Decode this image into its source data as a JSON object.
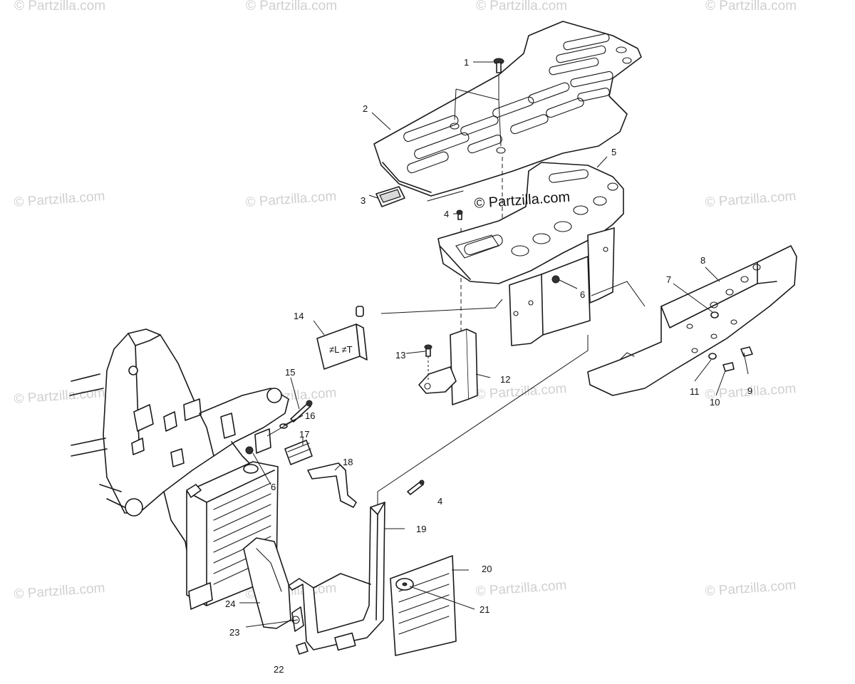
{
  "watermark_text": "© Partzilla.com",
  "brand_text": "© Partzilla.com",
  "callouts": [
    "1",
    "2",
    "3",
    "4",
    "5",
    "6",
    "7",
    "8",
    "9",
    "10",
    "11",
    "12",
    "13",
    "14",
    "15",
    "16",
    "17",
    "18",
    "4",
    "19",
    "20",
    "21",
    "6",
    "22",
    "23",
    "24"
  ]
}
